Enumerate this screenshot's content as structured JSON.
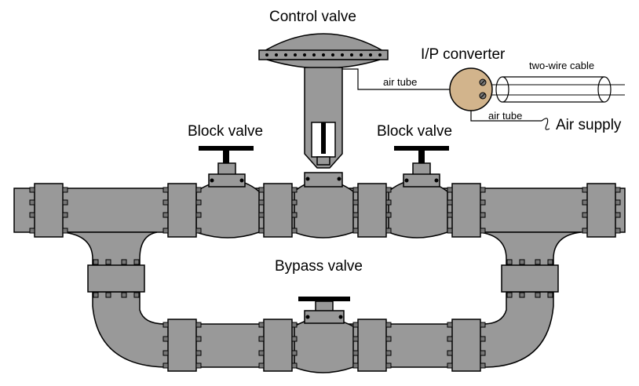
{
  "labels": {
    "control_valve": "Control valve",
    "ip_converter": "I/P converter",
    "two_wire_cable": "two-wire cable",
    "air_tube_top": "air tube",
    "air_tube_bottom": "air tube",
    "air_supply": "Air supply",
    "block_valve_left": "Block valve",
    "block_valve_right": "Block valve",
    "bypass_valve": "Bypass valve"
  },
  "colors": {
    "pipe": "#999999",
    "converter": "#d2b48c",
    "outline": "#000000"
  }
}
